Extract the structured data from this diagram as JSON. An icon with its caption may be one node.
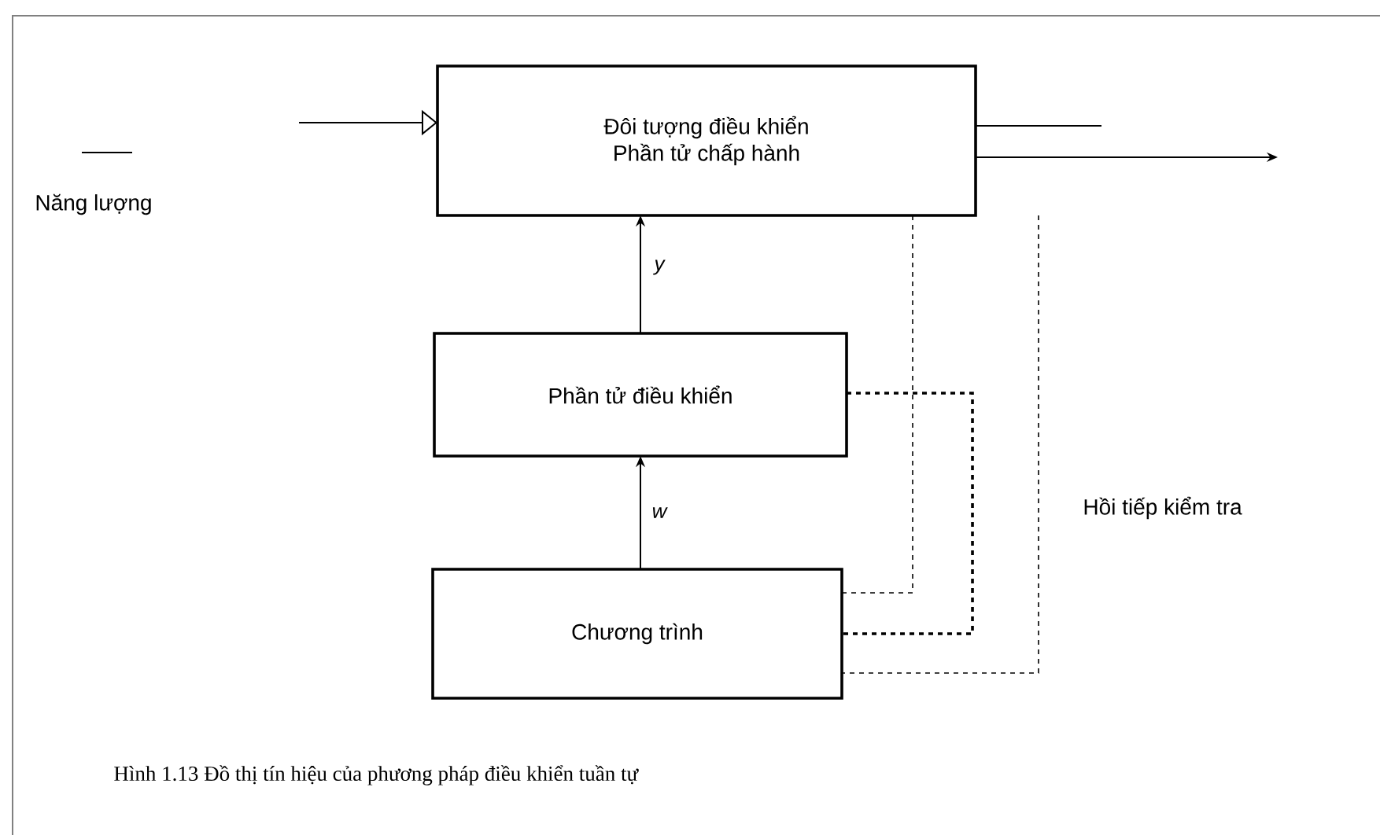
{
  "diagram": {
    "caption": "Hình 1.13 Đồ thị tín hiệu của phương pháp điều khiển tuần tự",
    "nodes": [
      {
        "text": [
          "Đôi tượng điều khiển",
          "Phần tử chấp hành"
        ]
      },
      {
        "text": [
          "Phần tử  điều khiển"
        ]
      },
      {
        "text": [
          "Chương trình"
        ]
      }
    ],
    "edges": [
      {
        "from": null,
        "to": 0,
        "arrow": "to"
      },
      {
        "from": 0,
        "to": null,
        "arrow": "none"
      },
      {
        "from": 0,
        "to": null,
        "arrow": "to"
      },
      {
        "from": 1,
        "to": 0,
        "arrow": "to",
        "label": "y"
      },
      {
        "from": 2,
        "to": 1,
        "arrow": "to",
        "label": "w"
      },
      {
        "from": 0,
        "to": 2,
        "arrow": "none",
        "style": "dashed"
      },
      {
        "from": 1,
        "to": 2,
        "arrow": "none",
        "style": "dashed"
      },
      {
        "from": 0,
        "to": 2,
        "arrow": "none",
        "style": "dashed"
      }
    ],
    "labels": [
      "Năng lượng",
      "Hồi tiếp kiểm tra"
    ]
  }
}
